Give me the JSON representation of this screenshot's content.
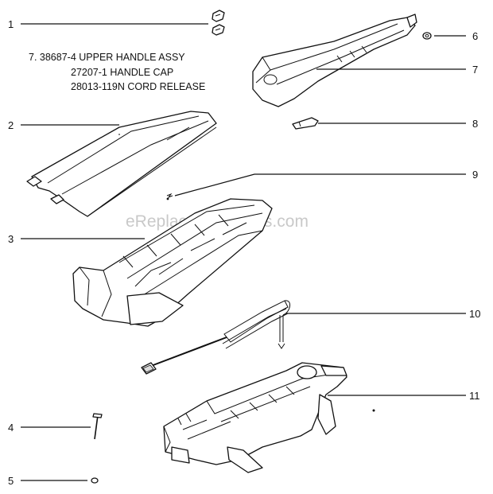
{
  "diagram": {
    "notes": [
      "7. 38687-4 UPPER HANDLE ASSY",
      "27207-1 HANDLE CAP",
      "28013-119N CORD RELEASE"
    ],
    "watermark": "eReplacementParts.com",
    "callouts": [
      "1",
      "2",
      "3",
      "4",
      "5",
      "6",
      "7",
      "8",
      "9",
      "10",
      "11"
    ]
  }
}
